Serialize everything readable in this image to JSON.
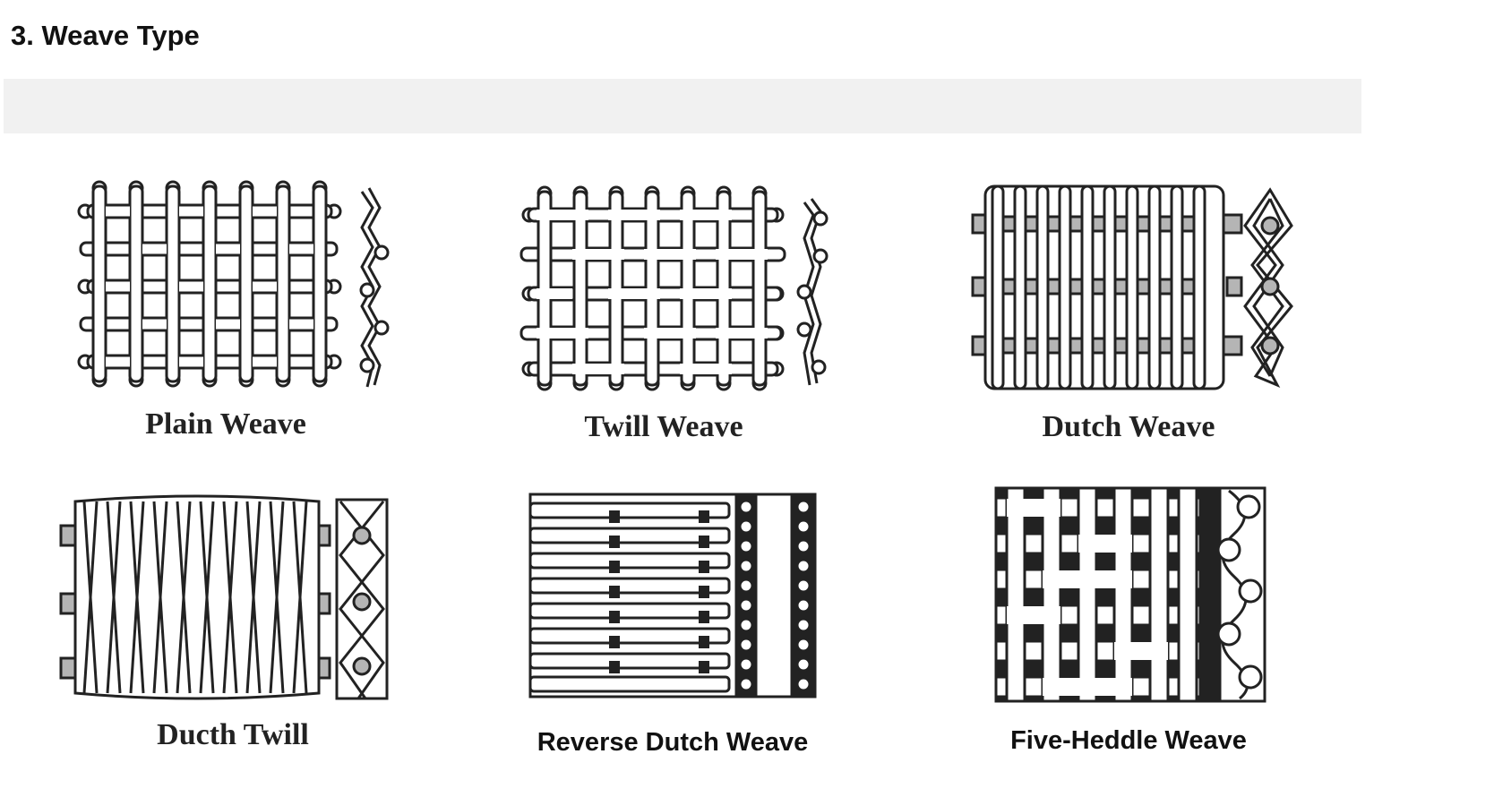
{
  "section": {
    "title": "3. Weave Type"
  },
  "weaves": [
    {
      "name": "Plain Weave"
    },
    {
      "name": "Twill Weave"
    },
    {
      "name": "Dutch Weave"
    },
    {
      "name": "Ducth Twill"
    },
    {
      "name": "Reverse Dutch Weave"
    },
    {
      "name": "Five-Heddle Weave"
    }
  ],
  "colors": {
    "ink": "#222222",
    "band": "#f1f1f1",
    "shuttle": "#b5b5b5"
  }
}
